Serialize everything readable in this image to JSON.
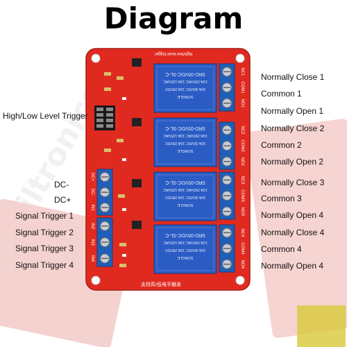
{
  "title": "Diagram",
  "left_labels": {
    "trigger_jumper": "High/Low Level Trigger",
    "dc_minus": "DC-",
    "dc_plus": "DC+",
    "in1": "Signal Trigger 1",
    "in2": "Signal Trigger 2",
    "in3": "Signal Trigger 3",
    "in4": "Signal Trigger 4"
  },
  "right_labels": [
    "Normally Close 1",
    "Common 1",
    "Normally Open 1",
    "Normally Close 2",
    "Common 2",
    "Normally Open 2",
    "Normally Close 3",
    "Common 3",
    "Normally Open 4",
    "Normally Close 4",
    "Common 4",
    "Normally Open 4"
  ],
  "board": {
    "top_silk": "high/low level trigger",
    "bottom_silk": "支持高/低电平触发",
    "left_terminal_pins": [
      "DC+",
      "DC-",
      "IN1",
      "IN2",
      "IN3",
      "IN4"
    ],
    "right_terminal_pins": [
      "NC1",
      "COM1",
      "NO1",
      "NC2",
      "COM2",
      "NO2",
      "NC3",
      "COM3",
      "NO3",
      "NC4",
      "COM4",
      "NO4"
    ],
    "relay_text": {
      "model": "SRD-05VDC-SL-C",
      "rating_1": "10A 250VAC  10A 125VAC",
      "rating_2": "10A 30VDC  10A 28VDC",
      "brand": "SONGLE"
    },
    "colors": {
      "pcb": "#e02a20",
      "terminal": "#1f5fb8",
      "relay": "#2a5cc4",
      "jumper": "#1a1a1a"
    }
  },
  "watermark": "Wiltronics"
}
